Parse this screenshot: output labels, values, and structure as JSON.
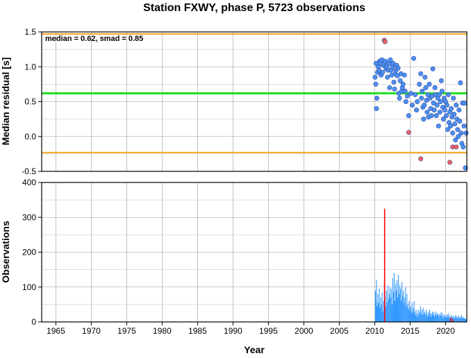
{
  "chart_data": [
    {
      "type": "scatter",
      "title": "Station FXWY, phase P, 5723 observations",
      "ylabel": "Median residual [s]",
      "xlim": [
        1963,
        2023
      ],
      "ylim": [
        -0.5,
        1.5
      ],
      "yticks": [
        "1.5",
        "1.0",
        "0.5",
        "0.0",
        "-0.5"
      ],
      "grid": true,
      "annotation": "median = 0.62, smad = 0.85",
      "reference_lines": [
        {
          "y": 1.47,
          "color": "#f5a623"
        },
        {
          "y": 0.62,
          "color": "#22e022"
        },
        {
          "y": -0.23,
          "color": "#f5a623"
        }
      ],
      "series": [
        {
          "color": "#4f8ff0",
          "points": [
            [
              2010.05,
              0.85
            ],
            [
              2010.15,
              0.75
            ],
            [
              2010.2,
              1.05
            ],
            [
              2010.25,
              0.4
            ],
            [
              2010.3,
              0.55
            ],
            [
              2010.4,
              0.92
            ],
            [
              2010.5,
              1.0
            ],
            [
              2010.6,
              0.95
            ],
            [
              2010.7,
              1.08
            ],
            [
              2010.8,
              1.05
            ],
            [
              2010.9,
              0.88
            ],
            [
              2011.0,
              1.1
            ],
            [
              2011.1,
              0.92
            ],
            [
              2011.2,
              1.02
            ],
            [
              2011.3,
              1.05
            ],
            [
              2011.5,
              1.08
            ],
            [
              2011.6,
              0.97
            ],
            [
              2011.7,
              1.0
            ],
            [
              2011.8,
              0.85
            ],
            [
              2011.9,
              0.95
            ],
            [
              2012.0,
              1.05
            ],
            [
              2012.1,
              0.7
            ],
            [
              2012.2,
              1.1
            ],
            [
              2012.3,
              0.95
            ],
            [
              2012.4,
              0.88
            ],
            [
              2012.5,
              1.0
            ],
            [
              2012.6,
              1.05
            ],
            [
              2012.7,
              0.78
            ],
            [
              2012.8,
              0.68
            ],
            [
              2012.9,
              0.9
            ],
            [
              2013.0,
              0.95
            ],
            [
              2013.1,
              1.02
            ],
            [
              2013.2,
              0.87
            ],
            [
              2013.3,
              0.98
            ],
            [
              2013.4,
              0.62
            ],
            [
              2013.5,
              0.55
            ],
            [
              2013.6,
              0.8
            ],
            [
              2013.7,
              0.9
            ],
            [
              2013.8,
              0.65
            ],
            [
              2013.9,
              0.7
            ],
            [
              2014.0,
              0.75
            ],
            [
              2014.2,
              0.88
            ],
            [
              2014.3,
              0.65
            ],
            [
              2014.4,
              0.5
            ],
            [
              2014.6,
              0.58
            ],
            [
              2014.8,
              0.3
            ],
            [
              2015.1,
              0.62
            ],
            [
              2015.3,
              0.45
            ],
            [
              2015.5,
              1.12
            ],
            [
              2015.7,
              0.6
            ],
            [
              2015.9,
              0.38
            ],
            [
              2016.0,
              0.5
            ],
            [
              2016.3,
              0.75
            ],
            [
              2016.5,
              0.9
            ],
            [
              2016.6,
              0.55
            ],
            [
              2016.7,
              0.65
            ],
            [
              2016.8,
              0.42
            ],
            [
              2016.9,
              0.25
            ],
            [
              2017.0,
              0.45
            ],
            [
              2017.1,
              0.85
            ],
            [
              2017.2,
              0.7
            ],
            [
              2017.3,
              0.52
            ],
            [
              2017.4,
              0.35
            ],
            [
              2017.5,
              0.6
            ],
            [
              2017.6,
              0.28
            ],
            [
              2017.7,
              0.75
            ],
            [
              2017.8,
              0.55
            ],
            [
              2017.9,
              0.4
            ],
            [
              2018.0,
              0.3
            ],
            [
              2018.1,
              0.58
            ],
            [
              2018.2,
              0.97
            ],
            [
              2018.3,
              0.48
            ],
            [
              2018.4,
              0.38
            ],
            [
              2018.5,
              0.7
            ],
            [
              2018.6,
              0.6
            ],
            [
              2018.7,
              0.3
            ],
            [
              2018.8,
              0.45
            ],
            [
              2018.9,
              0.55
            ],
            [
              2019.0,
              0.15
            ],
            [
              2019.1,
              0.6
            ],
            [
              2019.2,
              0.35
            ],
            [
              2019.3,
              0.5
            ],
            [
              2019.4,
              0.8
            ],
            [
              2019.5,
              0.65
            ],
            [
              2019.6,
              0.42
            ],
            [
              2019.7,
              0.25
            ],
            [
              2019.8,
              0.55
            ],
            [
              2019.9,
              0.38
            ],
            [
              2020.0,
              0.5
            ],
            [
              2020.1,
              0.3
            ],
            [
              2020.2,
              0.45
            ],
            [
              2020.3,
              0.1
            ],
            [
              2020.4,
              0.6
            ],
            [
              2020.5,
              0.2
            ],
            [
              2020.6,
              0.35
            ],
            [
              2020.7,
              0.15
            ],
            [
              2020.8,
              0.4
            ],
            [
              2020.9,
              0.28
            ],
            [
              2021.0,
              0.05
            ],
            [
              2021.1,
              0.55
            ],
            [
              2021.2,
              0.32
            ],
            [
              2021.3,
              0.18
            ],
            [
              2021.4,
              -0.05
            ],
            [
              2021.5,
              0.45
            ],
            [
              2021.6,
              0.25
            ],
            [
              2021.7,
              0.1
            ],
            [
              2021.8,
              0.0
            ],
            [
              2021.9,
              0.38
            ],
            [
              2022.0,
              0.22
            ],
            [
              2022.1,
              0.77
            ],
            [
              2022.2,
              0.05
            ],
            [
              2022.3,
              -0.1
            ],
            [
              2022.4,
              0.48
            ],
            [
              2022.5,
              -0.15
            ],
            [
              2022.6,
              0.15
            ],
            [
              2022.7,
              0.48
            ],
            [
              2022.8,
              -0.45
            ],
            [
              2022.9,
              0.05
            ]
          ]
        },
        {
          "color": "#f06060",
          "points": [
            [
              2011.35,
              1.38
            ],
            [
              2011.45,
              1.36
            ],
            [
              2014.8,
              0.06
            ],
            [
              2016.5,
              -0.32
            ],
            [
              2020.6,
              -0.37
            ],
            [
              2021.0,
              -0.15
            ],
            [
              2021.5,
              -0.15
            ]
          ]
        }
      ]
    },
    {
      "type": "bar",
      "xlabel": "Year",
      "ylabel": "Observations",
      "xlim": [
        1963,
        2023
      ],
      "ylim": [
        0,
        400
      ],
      "yticks": [
        "400",
        "300",
        "200",
        "100",
        "0"
      ],
      "xticks": [
        "1965",
        "1970",
        "1975",
        "1980",
        "1985",
        "1990",
        "1995",
        "2000",
        "2005",
        "2010",
        "2015",
        "2020"
      ],
      "grid": true,
      "series": [
        {
          "color": "#3399ff",
          "points": [
            [
              2010.1,
              90
            ],
            [
              2010.2,
              60
            ],
            [
              2010.25,
              120
            ],
            [
              2010.35,
              45
            ],
            [
              2010.45,
              80
            ],
            [
              2010.55,
              55
            ],
            [
              2010.65,
              95
            ],
            [
              2010.75,
              40
            ],
            [
              2010.85,
              70
            ],
            [
              2010.95,
              50
            ],
            [
              2011.05,
              85
            ],
            [
              2011.15,
              30
            ],
            [
              2011.25,
              60
            ],
            [
              2011.35,
              110
            ],
            [
              2011.45,
              75
            ],
            [
              2011.55,
              45
            ],
            [
              2011.65,
              90
            ],
            [
              2011.75,
              55
            ],
            [
              2011.85,
              105
            ],
            [
              2011.95,
              65
            ],
            [
              2012.05,
              80
            ],
            [
              2012.15,
              100
            ],
            [
              2012.25,
              70
            ],
            [
              2012.35,
              95
            ],
            [
              2012.45,
              50
            ],
            [
              2012.55,
              125
            ],
            [
              2012.65,
              85
            ],
            [
              2012.75,
              140
            ],
            [
              2012.85,
              60
            ],
            [
              2012.95,
              110
            ],
            [
              2013.05,
              90
            ],
            [
              2013.15,
              120
            ],
            [
              2013.25,
              70
            ],
            [
              2013.35,
              135
            ],
            [
              2013.45,
              80
            ],
            [
              2013.55,
              105
            ],
            [
              2013.65,
              95
            ],
            [
              2013.75,
              60
            ],
            [
              2013.85,
              115
            ],
            [
              2013.95,
              75
            ],
            [
              2014.05,
              90
            ],
            [
              2014.15,
              55
            ],
            [
              2014.25,
              70
            ],
            [
              2014.35,
              100
            ],
            [
              2014.45,
              45
            ],
            [
              2014.55,
              80
            ],
            [
              2014.65,
              50
            ],
            [
              2014.75,
              35
            ],
            [
              2014.85,
              60
            ],
            [
              2014.95,
              40
            ],
            [
              2015.05,
              45
            ],
            [
              2015.15,
              30
            ],
            [
              2015.25,
              55
            ],
            [
              2015.35,
              25
            ],
            [
              2015.45,
              40
            ],
            [
              2015.55,
              60
            ],
            [
              2015.65,
              30
            ],
            [
              2015.75,
              20
            ],
            [
              2015.85,
              35
            ],
            [
              2015.95,
              15
            ],
            [
              2016.05,
              25
            ],
            [
              2016.15,
              35
            ],
            [
              2016.25,
              20
            ],
            [
              2016.35,
              30
            ],
            [
              2016.45,
              45
            ],
            [
              2016.55,
              25
            ],
            [
              2016.65,
              35
            ],
            [
              2016.75,
              20
            ],
            [
              2016.85,
              40
            ],
            [
              2016.95,
              25
            ],
            [
              2017.05,
              30
            ],
            [
              2017.15,
              20
            ],
            [
              2017.25,
              35
            ],
            [
              2017.35,
              25
            ],
            [
              2017.45,
              15
            ],
            [
              2017.55,
              30
            ],
            [
              2017.65,
              20
            ],
            [
              2017.75,
              35
            ],
            [
              2017.85,
              25
            ],
            [
              2017.95,
              15
            ],
            [
              2018.05,
              25
            ],
            [
              2018.15,
              30
            ],
            [
              2018.25,
              20
            ],
            [
              2018.35,
              28
            ],
            [
              2018.45,
              15
            ],
            [
              2018.55,
              22
            ],
            [
              2018.65,
              30
            ],
            [
              2018.75,
              18
            ],
            [
              2018.85,
              25
            ],
            [
              2018.95,
              20
            ],
            [
              2019.05,
              22
            ],
            [
              2019.15,
              15
            ],
            [
              2019.25,
              25
            ],
            [
              2019.35,
              18
            ],
            [
              2019.45,
              28
            ],
            [
              2019.55,
              15
            ],
            [
              2019.65,
              22
            ],
            [
              2019.75,
              12
            ],
            [
              2019.85,
              20
            ],
            [
              2019.95,
              15
            ],
            [
              2020.05,
              18
            ],
            [
              2020.15,
              12
            ],
            [
              2020.25,
              22
            ],
            [
              2020.35,
              15
            ],
            [
              2020.45,
              25
            ],
            [
              2020.55,
              10
            ],
            [
              2020.65,
              18
            ],
            [
              2020.75,
              12
            ],
            [
              2020.85,
              20
            ],
            [
              2020.95,
              15
            ],
            [
              2021.05,
              12
            ],
            [
              2021.15,
              18
            ],
            [
              2021.25,
              10
            ],
            [
              2021.35,
              15
            ],
            [
              2021.45,
              20
            ],
            [
              2021.55,
              12
            ],
            [
              2021.65,
              15
            ],
            [
              2021.75,
              10
            ],
            [
              2021.85,
              18
            ],
            [
              2021.95,
              12
            ],
            [
              2022.05,
              15
            ],
            [
              2022.15,
              10
            ],
            [
              2022.25,
              20
            ],
            [
              2022.35,
              12
            ],
            [
              2022.45,
              15
            ],
            [
              2022.55,
              10
            ],
            [
              2022.65,
              12
            ],
            [
              2022.75,
              8
            ],
            [
              2022.85,
              10
            ],
            [
              2022.95,
              6
            ]
          ]
        },
        {
          "color": "#ff0000",
          "points": [
            [
              2011.4,
              325
            ],
            [
              2020.7,
              12
            ],
            [
              2021.0,
              8
            ]
          ]
        }
      ]
    }
  ]
}
